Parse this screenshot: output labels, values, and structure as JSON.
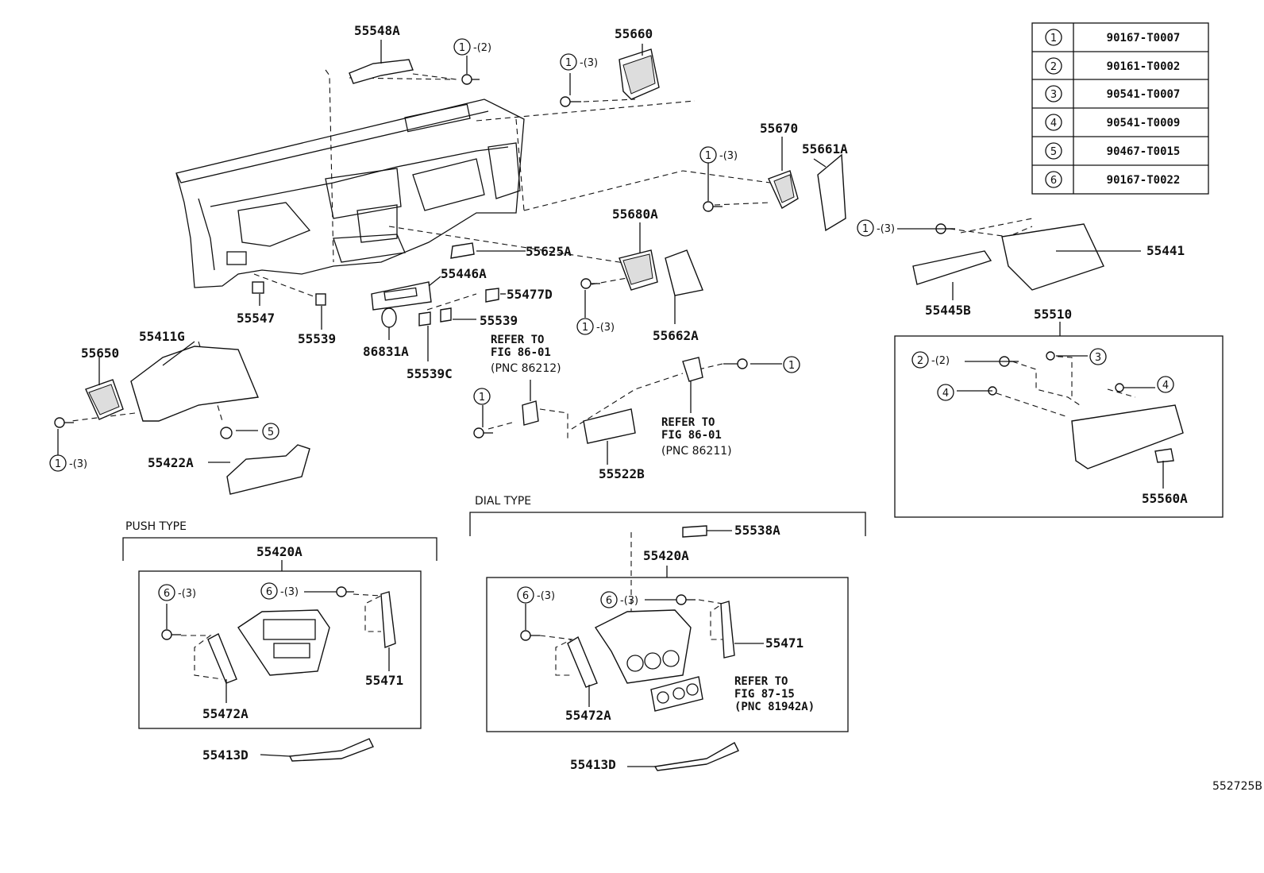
{
  "diagram_id": "552725B",
  "fastener_table": [
    {
      "ref": "1",
      "part": "90167-T0007"
    },
    {
      "ref": "2",
      "part": "90161-T0002"
    },
    {
      "ref": "3",
      "part": "90541-T0007"
    },
    {
      "ref": "4",
      "part": "90541-T0009"
    },
    {
      "ref": "5",
      "part": "90467-T0015"
    },
    {
      "ref": "6",
      "part": "90167-T0022"
    }
  ],
  "labels": {
    "p55548A": "55548A",
    "p55660": "55660",
    "p55670": "55670",
    "p55661A": "55661A",
    "p55680A": "55680A",
    "p55625A": "55625A",
    "p55446A": "55446A",
    "p55477D": "55477D",
    "p55539a": "55539",
    "p55539b": "55539",
    "p55547": "55547",
    "p86831A": "86831A",
    "p55539C": "55539C",
    "p55411G": "55411G",
    "p55650": "55650",
    "p55422A": "55422A",
    "p55662A": "55662A",
    "p55441": "55441",
    "p55445B": "55445B",
    "p55510": "55510",
    "p55560A": "55560A",
    "p55522B": "55522B",
    "p55420A_push": "55420A",
    "p55471_push": "55471",
    "p55472A_push": "55472A",
    "p55413D_push": "55413D",
    "p55538A": "55538A",
    "p55420A_dial": "55420A",
    "p55471_dial": "55471",
    "p55472A_dial": "55472A",
    "p55413D_dial": "55413D"
  },
  "callouts": {
    "c1": {
      "ref": "1",
      "qty": "-(2)"
    },
    "c2": {
      "ref": "1",
      "qty": "-(3)"
    },
    "c3": {
      "ref": "1",
      "qty": "-(3)"
    },
    "c4": {
      "ref": "1",
      "qty": "-(3)"
    },
    "c5": {
      "ref": "1",
      "qty": "-(3)"
    },
    "c6": {
      "ref": "1",
      "qty": "-(3)"
    },
    "c7": {
      "ref": "1"
    },
    "c8": {
      "ref": "1"
    },
    "c9": {
      "ref": "5"
    },
    "c10": {
      "ref": "2",
      "qty": "-(2)"
    },
    "c11": {
      "ref": "3"
    },
    "c12": {
      "ref": "4"
    },
    "c13": {
      "ref": "4"
    },
    "c14": {
      "ref": "6",
      "qty": "-(3)"
    },
    "c15": {
      "ref": "6",
      "qty": "-(3)"
    },
    "c16": {
      "ref": "6",
      "qty": "-(3)"
    },
    "c17": {
      "ref": "6",
      "qty": "-(3)"
    }
  },
  "notes": {
    "n1": {
      "line1": "REFER TO",
      "line2": "FIG 86-01",
      "line3": "(PNC 86212)"
    },
    "n2": {
      "line1": "REFER TO",
      "line2": "FIG 86-01",
      "line3": "(PNC 86211)"
    },
    "n3": {
      "line1": "REFER TO",
      "line2": "FIG 87-15",
      "line3": "(PNC 81942A)"
    }
  },
  "captions": {
    "push_type": "PUSH TYPE",
    "dial_type": "DIAL TYPE"
  }
}
